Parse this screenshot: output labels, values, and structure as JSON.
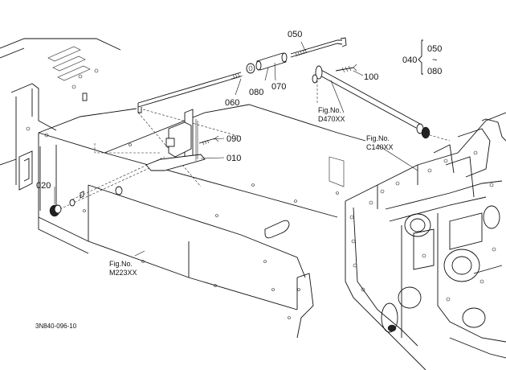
{
  "callouts": {
    "p050": "050",
    "p060": "060",
    "p070": "070",
    "p080": "080",
    "p100": "100",
    "p090": "090",
    "p010": "010",
    "p020": "020"
  },
  "group": {
    "label": "040",
    "top": "050",
    "tilde": "~",
    "bottom": "080"
  },
  "refs": {
    "d470": {
      "line1": "Fig.No.",
      "line2": "D470XX"
    },
    "c140": {
      "line1": "Fig.No.",
      "line2": "C140XX"
    },
    "m223": {
      "line1": "Fig.No.",
      "line2": "M223XX"
    }
  },
  "diagram_code": "3N840-096-10"
}
